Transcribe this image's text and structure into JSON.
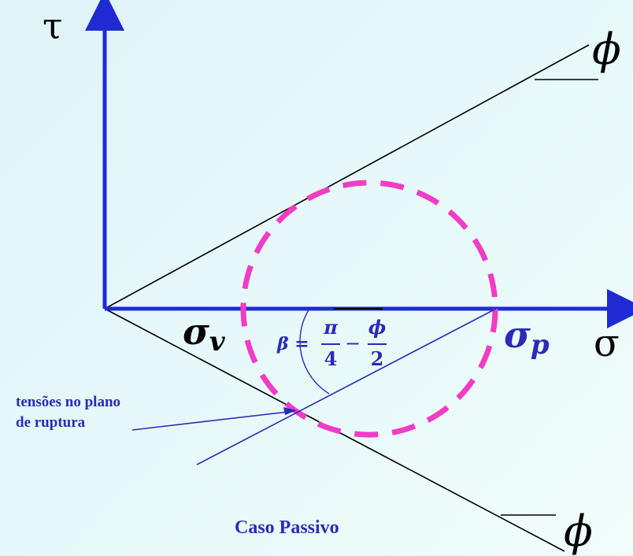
{
  "labels": {
    "tau": "τ",
    "sigma": "σ",
    "phi_top": "ϕ",
    "phi_bottom": "ϕ",
    "sigma_v_main": "σ",
    "sigma_v_sub": "v",
    "sigma_p_main": "σ",
    "sigma_p_sub": "p",
    "beta_eq": "β =",
    "pi": "π",
    "four": "4",
    "minus": "−",
    "phi_frac": "ϕ",
    "two": "2",
    "tensoes_line1": "tensões no plano",
    "tensoes_line2": "de ruptura",
    "caso": "Caso Passivo"
  },
  "colors": {
    "axis": "#1f2bd1",
    "circle": "#f03cc6",
    "text_blue": "#2b2bb8",
    "line": "#000000"
  }
}
